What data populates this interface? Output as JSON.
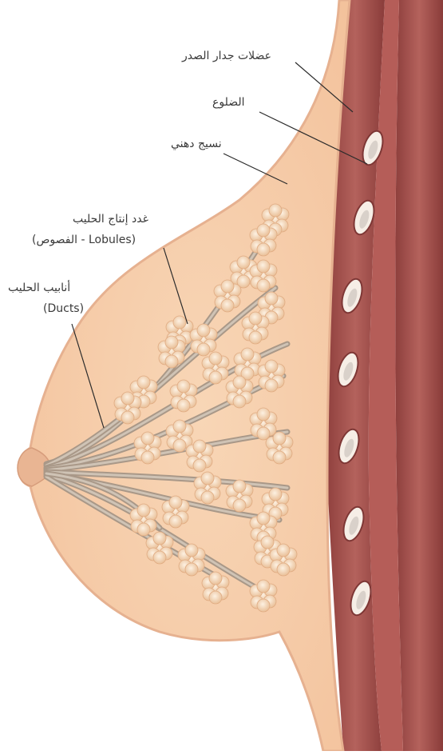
{
  "labels": {
    "chest_muscles": "عضلات جدار الصدر",
    "ribs": "الضلوع",
    "fatty_tissue": "نسيج دهني",
    "lobules_ar": "غدد إنتاج الحليب",
    "lobules_en": "(الفصوص - Lobules)",
    "ducts_ar": "أنابيب الحليب",
    "ducts_en": "(Ducts)"
  },
  "colors": {
    "skin": "#f6cfad",
    "skin_edge": "#e2a98a",
    "muscle": "#a8524e",
    "muscle_dark": "#8c3d3c",
    "rib": "#f3e9df",
    "lobule": "#f2d7b8",
    "duct": "#b9a999",
    "leader_line": "#2b2b2b"
  }
}
